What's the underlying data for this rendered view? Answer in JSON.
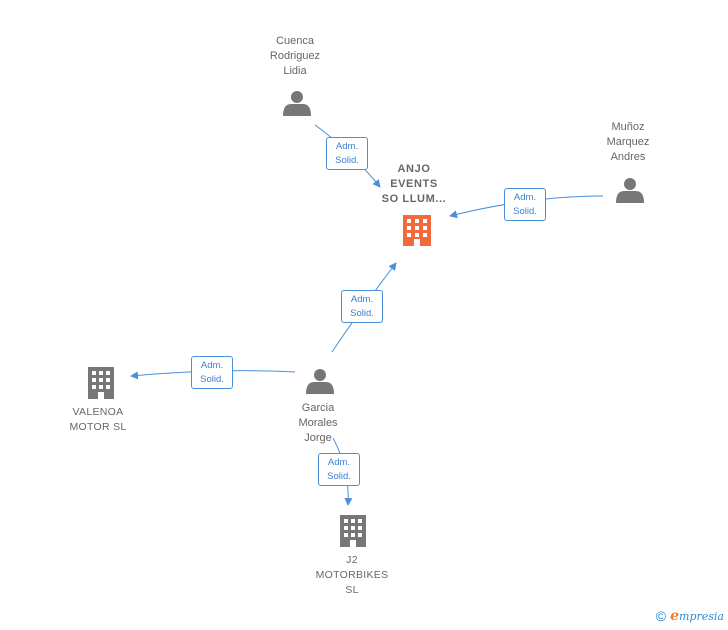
{
  "colors": {
    "edge": "#4a90d9",
    "node_gray": "#777777",
    "focus": "#f26a3c"
  },
  "nodes": {
    "focus": {
      "label": "ANJO\nEVENTS\nSO LLUM..."
    },
    "cuenca": {
      "label": "Cuenca\nRodriguez\nLidia"
    },
    "munoz": {
      "label": "Muñoz\nMarquez\nAndres"
    },
    "garcia": {
      "label": "Garcia\nMorales\nJorge"
    },
    "valenoa": {
      "label": "VALENOA\nMOTOR  SL"
    },
    "j2": {
      "label": "J2\nMOTORBIKES\nSL"
    }
  },
  "edges": {
    "cuenca_focus": {
      "line1": "Adm.",
      "line2": "Solid."
    },
    "munoz_focus": {
      "line1": "Adm.",
      "line2": "Solid."
    },
    "garcia_focus": {
      "line1": "Adm.",
      "line2": "Solid."
    },
    "garcia_valenoa": {
      "line1": "Adm.",
      "line2": "Solid."
    },
    "garcia_j2": {
      "line1": "Adm.",
      "line2": "Solid."
    }
  },
  "footer": {
    "copyright_symbol": "©",
    "brand_initial": "e",
    "brand_rest": "mpresia"
  }
}
